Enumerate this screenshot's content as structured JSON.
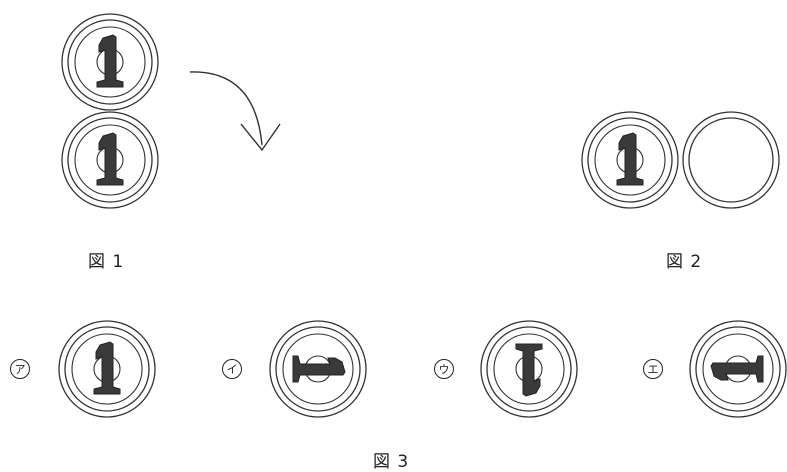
{
  "figure1": {
    "caption": "図 1",
    "coin_label": "1"
  },
  "figure2": {
    "caption": "図 2",
    "coin_label": "1"
  },
  "figure3": {
    "caption": "図 3",
    "choices": [
      {
        "label": "ア",
        "coin_label": "1",
        "rotation_deg": 0
      },
      {
        "label": "イ",
        "coin_label": "1",
        "rotation_deg": 90
      },
      {
        "label": "ウ",
        "coin_label": "1",
        "rotation_deg": 180
      },
      {
        "label": "エ",
        "coin_label": "1",
        "rotation_deg": 270
      }
    ]
  },
  "colors": {
    "line": "#333333",
    "numeral": "#3a3a3a"
  }
}
